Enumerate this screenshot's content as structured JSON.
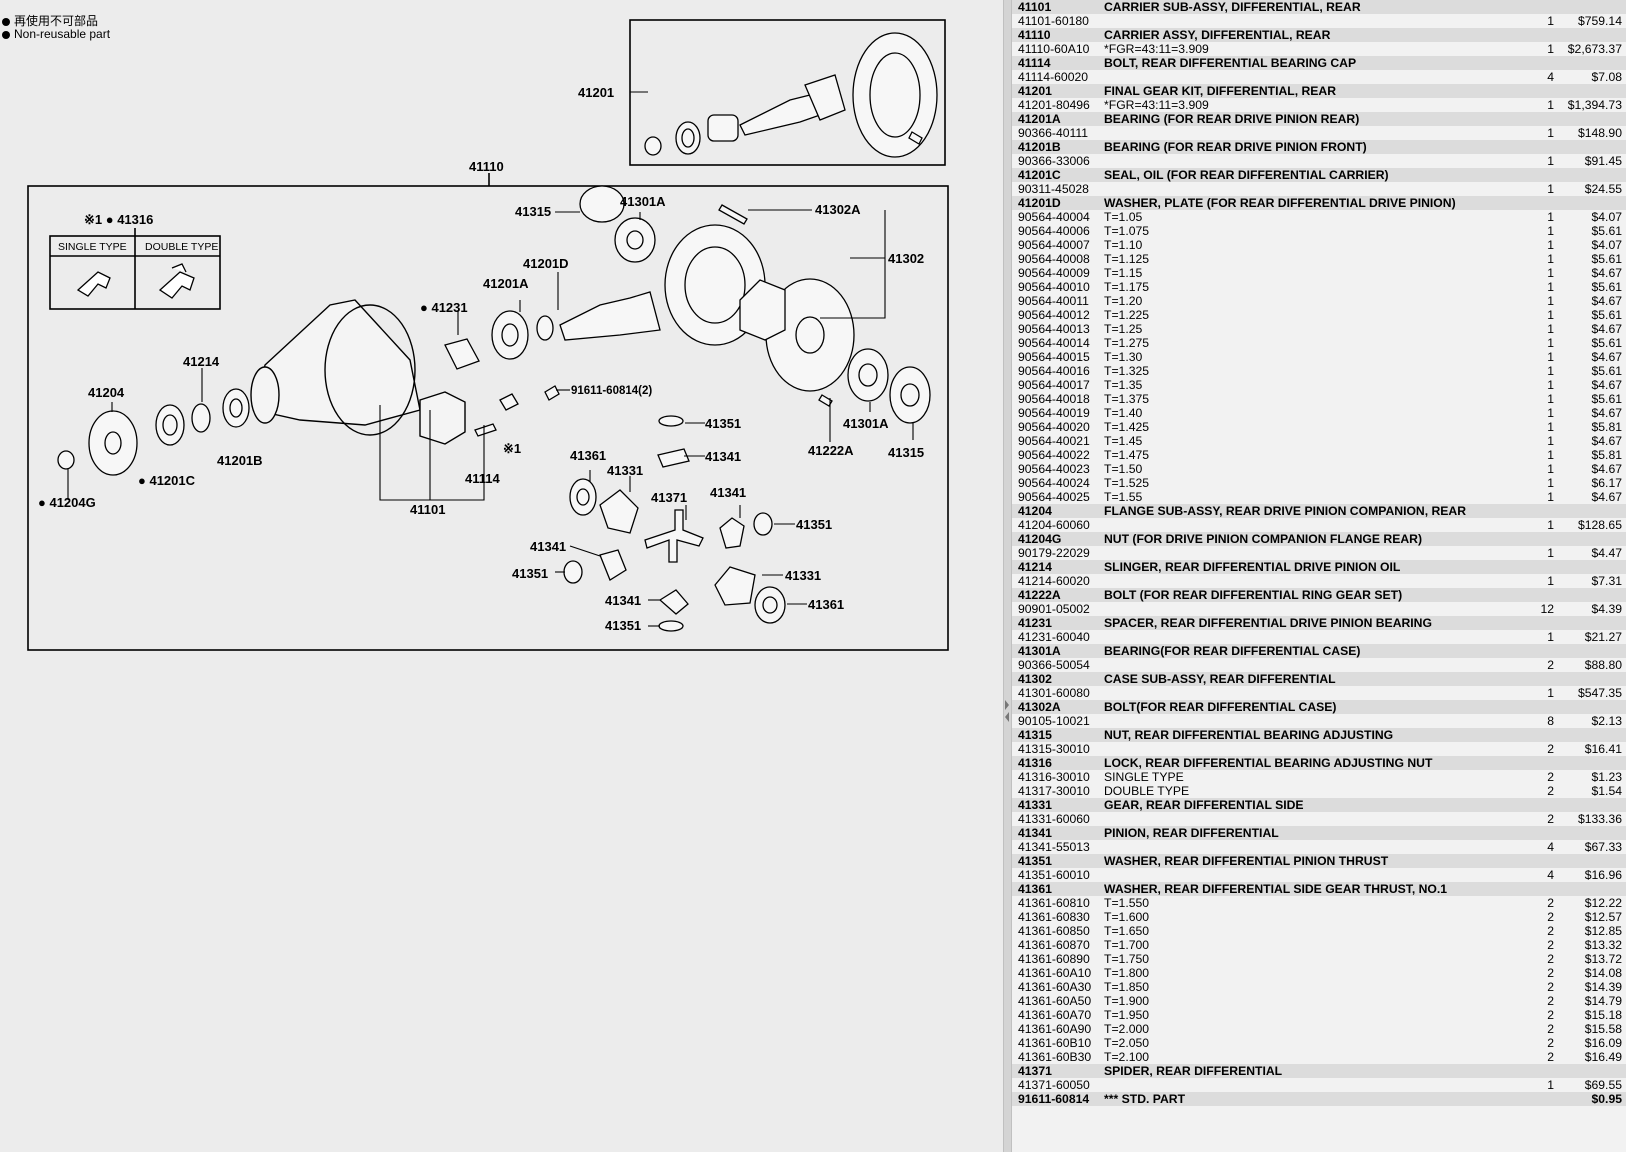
{
  "legend": {
    "line1": "再使用不可部品",
    "line2": "Non-reusable part"
  },
  "diagram": {
    "callouts": {
      "c41201": "41201",
      "c41110": "41110",
      "c41316": "※1 ● 41316",
      "single_type": "SINGLE TYPE",
      "double_type": "DOUBLE TYPE",
      "c41315_top": "41315",
      "c41301a_top": "41301A",
      "c41302a": "41302A",
      "c41302": "41302",
      "c41201d": "41201D",
      "c41201a": "41201A",
      "c41231": "● 41231",
      "c41214": "41214",
      "c41204": "41204",
      "c91611": "91611-60814(2)",
      "c41351_a": "41351",
      "c41341_a": "41341",
      "c41361_a": "41361",
      "c41331_a": "41331",
      "c41371": "41371",
      "c41341_b": "41341",
      "c41351_b": "41351",
      "c41341_c": "41341",
      "c41351_c": "41351",
      "c41331_b": "41331",
      "c41361_b": "41361",
      "c41341_d": "41341",
      "c41351_d": "41351",
      "c41204g": "● 41204G",
      "c41201c": "● 41201C",
      "c41201b": "41201B",
      "c41101": "41101",
      "c41114": "41114",
      "c1mark": "※1",
      "c41222a": "41222A",
      "c41301a_bot": "41301A",
      "c41315_bot": "41315"
    }
  },
  "parts": [
    {
      "no": "41101",
      "name": "CARRIER SUB-ASSY, DIFFERENTIAL, REAR",
      "rows": [
        {
          "pn": "41101-60180",
          "desc": "",
          "qty": "1",
          "price": "$759.14"
        }
      ]
    },
    {
      "no": "41110",
      "name": "CARRIER ASSY, DIFFERENTIAL, REAR",
      "rows": [
        {
          "pn": "41110-60A10",
          "desc": "*FGR=43:11=3.909",
          "qty": "1",
          "price": "$2,673.37"
        }
      ]
    },
    {
      "no": "41114",
      "name": "BOLT, REAR DIFFERENTIAL BEARING CAP",
      "rows": [
        {
          "pn": "41114-60020",
          "desc": "",
          "qty": "4",
          "price": "$7.08"
        }
      ]
    },
    {
      "no": "41201",
      "name": "FINAL GEAR KIT, DIFFERENTIAL, REAR",
      "rows": [
        {
          "pn": "41201-80496",
          "desc": "*FGR=43:11=3.909",
          "qty": "1",
          "price": "$1,394.73"
        }
      ]
    },
    {
      "no": "41201A",
      "name": "BEARING (FOR REAR DRIVE PINION REAR)",
      "rows": [
        {
          "pn": "90366-40111",
          "desc": "",
          "qty": "1",
          "price": "$148.90"
        }
      ]
    },
    {
      "no": "41201B",
      "name": "BEARING (FOR REAR DRIVE PINION FRONT)",
      "rows": [
        {
          "pn": "90366-33006",
          "desc": "",
          "qty": "1",
          "price": "$91.45"
        }
      ]
    },
    {
      "no": "41201C",
      "name": "SEAL, OIL (FOR REAR DIFFERENTIAL CARRIER)",
      "rows": [
        {
          "pn": "90311-45028",
          "desc": "",
          "qty": "1",
          "price": "$24.55"
        }
      ]
    },
    {
      "no": "41201D",
      "name": "WASHER, PLATE (FOR REAR DIFFERENTIAL DRIVE PINION)",
      "rows": [
        {
          "pn": "90564-40004",
          "desc": "T=1.05",
          "qty": "1",
          "price": "$4.07"
        },
        {
          "pn": "90564-40006",
          "desc": "T=1.075",
          "qty": "1",
          "price": "$5.61"
        },
        {
          "pn": "90564-40007",
          "desc": "T=1.10",
          "qty": "1",
          "price": "$4.07"
        },
        {
          "pn": "90564-40008",
          "desc": "T=1.125",
          "qty": "1",
          "price": "$5.61"
        },
        {
          "pn": "90564-40009",
          "desc": "T=1.15",
          "qty": "1",
          "price": "$4.67"
        },
        {
          "pn": "90564-40010",
          "desc": "T=1.175",
          "qty": "1",
          "price": "$5.61"
        },
        {
          "pn": "90564-40011",
          "desc": "T=1.20",
          "qty": "1",
          "price": "$4.67"
        },
        {
          "pn": "90564-40012",
          "desc": "T=1.225",
          "qty": "1",
          "price": "$5.61"
        },
        {
          "pn": "90564-40013",
          "desc": "T=1.25",
          "qty": "1",
          "price": "$4.67"
        },
        {
          "pn": "90564-40014",
          "desc": "T=1.275",
          "qty": "1",
          "price": "$5.61"
        },
        {
          "pn": "90564-40015",
          "desc": "T=1.30",
          "qty": "1",
          "price": "$4.67"
        },
        {
          "pn": "90564-40016",
          "desc": "T=1.325",
          "qty": "1",
          "price": "$5.61"
        },
        {
          "pn": "90564-40017",
          "desc": "T=1.35",
          "qty": "1",
          "price": "$4.67"
        },
        {
          "pn": "90564-40018",
          "desc": "T=1.375",
          "qty": "1",
          "price": "$5.61"
        },
        {
          "pn": "90564-40019",
          "desc": "T=1.40",
          "qty": "1",
          "price": "$4.67"
        },
        {
          "pn": "90564-40020",
          "desc": "T=1.425",
          "qty": "1",
          "price": "$5.81"
        },
        {
          "pn": "90564-40021",
          "desc": "T=1.45",
          "qty": "1",
          "price": "$4.67"
        },
        {
          "pn": "90564-40022",
          "desc": "T=1.475",
          "qty": "1",
          "price": "$5.81"
        },
        {
          "pn": "90564-40023",
          "desc": "T=1.50",
          "qty": "1",
          "price": "$4.67"
        },
        {
          "pn": "90564-40024",
          "desc": "T=1.525",
          "qty": "1",
          "price": "$6.17"
        },
        {
          "pn": "90564-40025",
          "desc": "T=1.55",
          "qty": "1",
          "price": "$4.67"
        }
      ]
    },
    {
      "no": "41204",
      "name": "FLANGE SUB-ASSY, REAR DRIVE PINION COMPANION, REAR",
      "rows": [
        {
          "pn": "41204-60060",
          "desc": "",
          "qty": "1",
          "price": "$128.65"
        }
      ]
    },
    {
      "no": "41204G",
      "name": "NUT (FOR DRIVE PINION COMPANION FLANGE REAR)",
      "rows": [
        {
          "pn": "90179-22029",
          "desc": "",
          "qty": "1",
          "price": "$4.47"
        }
      ]
    },
    {
      "no": "41214",
      "name": "SLINGER, REAR DIFFERENTIAL DRIVE PINION OIL",
      "rows": [
        {
          "pn": "41214-60020",
          "desc": "",
          "qty": "1",
          "price": "$7.31"
        }
      ]
    },
    {
      "no": "41222A",
      "name": "BOLT (FOR REAR DIFFERENTIAL RING GEAR SET)",
      "rows": [
        {
          "pn": "90901-05002",
          "desc": "",
          "qty": "12",
          "price": "$4.39"
        }
      ]
    },
    {
      "no": "41231",
      "name": "SPACER, REAR DIFFERENTIAL DRIVE PINION BEARING",
      "rows": [
        {
          "pn": "41231-60040",
          "desc": "",
          "qty": "1",
          "price": "$21.27"
        }
      ]
    },
    {
      "no": "41301A",
      "name": "BEARING(FOR REAR DIFFERENTIAL CASE)",
      "rows": [
        {
          "pn": "90366-50054",
          "desc": "",
          "qty": "2",
          "price": "$88.80"
        }
      ]
    },
    {
      "no": "41302",
      "name": "CASE SUB-ASSY, REAR DIFFERENTIAL",
      "rows": [
        {
          "pn": "41301-60080",
          "desc": "",
          "qty": "1",
          "price": "$547.35"
        }
      ]
    },
    {
      "no": "41302A",
      "name": "BOLT(FOR REAR DIFFERENTIAL CASE)",
      "rows": [
        {
          "pn": "90105-10021",
          "desc": "",
          "qty": "8",
          "price": "$2.13"
        }
      ]
    },
    {
      "no": "41315",
      "name": "NUT, REAR DIFFERENTIAL BEARING ADJUSTING",
      "rows": [
        {
          "pn": "41315-30010",
          "desc": "",
          "qty": "2",
          "price": "$16.41"
        }
      ]
    },
    {
      "no": "41316",
      "name": "LOCK, REAR DIFFERENTIAL BEARING ADJUSTING NUT",
      "rows": [
        {
          "pn": "41316-30010",
          "desc": "SINGLE TYPE",
          "qty": "2",
          "price": "$1.23"
        },
        {
          "pn": "41317-30010",
          "desc": "DOUBLE TYPE",
          "qty": "2",
          "price": "$1.54"
        }
      ]
    },
    {
      "no": "41331",
      "name": "GEAR, REAR DIFFERENTIAL SIDE",
      "rows": [
        {
          "pn": "41331-60060",
          "desc": "",
          "qty": "2",
          "price": "$133.36"
        }
      ]
    },
    {
      "no": "41341",
      "name": "PINION, REAR DIFFERENTIAL",
      "rows": [
        {
          "pn": "41341-55013",
          "desc": "",
          "qty": "4",
          "price": "$67.33"
        }
      ]
    },
    {
      "no": "41351",
      "name": "WASHER, REAR DIFFERENTIAL PINION THRUST",
      "rows": [
        {
          "pn": "41351-60010",
          "desc": "",
          "qty": "4",
          "price": "$16.96"
        }
      ]
    },
    {
      "no": "41361",
      "name": "WASHER, REAR DIFFERENTIAL SIDE GEAR THRUST, NO.1",
      "rows": [
        {
          "pn": "41361-60810",
          "desc": "T=1.550",
          "qty": "2",
          "price": "$12.22"
        },
        {
          "pn": "41361-60830",
          "desc": "T=1.600",
          "qty": "2",
          "price": "$12.57"
        },
        {
          "pn": "41361-60850",
          "desc": "T=1.650",
          "qty": "2",
          "price": "$12.85"
        },
        {
          "pn": "41361-60870",
          "desc": "T=1.700",
          "qty": "2",
          "price": "$13.32"
        },
        {
          "pn": "41361-60890",
          "desc": "T=1.750",
          "qty": "2",
          "price": "$13.72"
        },
        {
          "pn": "41361-60A10",
          "desc": "T=1.800",
          "qty": "2",
          "price": "$14.08"
        },
        {
          "pn": "41361-60A30",
          "desc": "T=1.850",
          "qty": "2",
          "price": "$14.39"
        },
        {
          "pn": "41361-60A50",
          "desc": "T=1.900",
          "qty": "2",
          "price": "$14.79"
        },
        {
          "pn": "41361-60A70",
          "desc": "T=1.950",
          "qty": "2",
          "price": "$15.18"
        },
        {
          "pn": "41361-60A90",
          "desc": "T=2.000",
          "qty": "2",
          "price": "$15.58"
        },
        {
          "pn": "41361-60B10",
          "desc": "T=2.050",
          "qty": "2",
          "price": "$16.09"
        },
        {
          "pn": "41361-60B30",
          "desc": "T=2.100",
          "qty": "2",
          "price": "$16.49"
        }
      ]
    },
    {
      "no": "41371",
      "name": "SPIDER, REAR DIFFERENTIAL",
      "rows": [
        {
          "pn": "41371-60050",
          "desc": "",
          "qty": "1",
          "price": "$69.55"
        }
      ]
    }
  ],
  "std_part": {
    "pn": "91611-60814",
    "desc": "*** STD. PART",
    "qty": "",
    "price": "$0.95"
  }
}
